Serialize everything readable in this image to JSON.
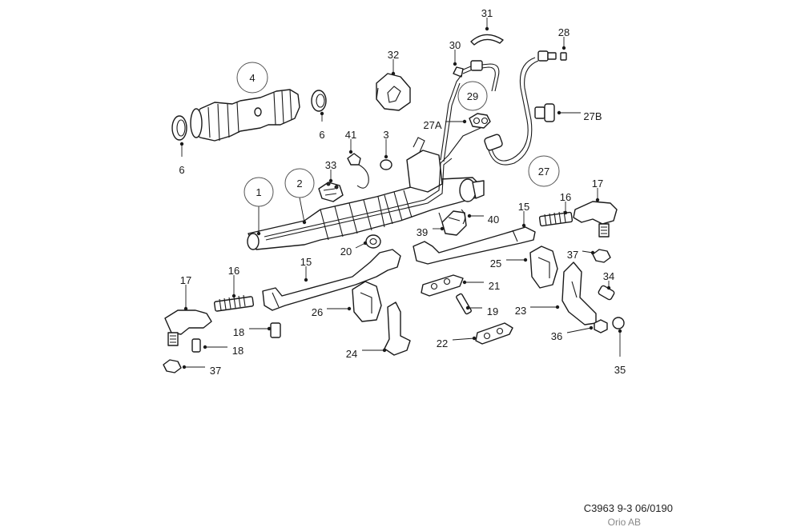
{
  "footer": {
    "diagram_code": "C3963 9-3 06/0190",
    "company": "Orio AB"
  },
  "callouts": [
    {
      "id": "c31",
      "label": "31",
      "circled": false
    },
    {
      "id": "c28",
      "label": "28",
      "circled": false
    },
    {
      "id": "c30",
      "label": "30",
      "circled": false
    },
    {
      "id": "c32",
      "label": "32",
      "circled": false
    },
    {
      "id": "c4",
      "label": "4",
      "circled": true
    },
    {
      "id": "c29",
      "label": "29",
      "circled": true
    },
    {
      "id": "c27B",
      "label": "27B",
      "circled": false
    },
    {
      "id": "c27A",
      "label": "27A",
      "circled": false
    },
    {
      "id": "c6a",
      "label": "6",
      "circled": false
    },
    {
      "id": "c41",
      "label": "41",
      "circled": false
    },
    {
      "id": "c3",
      "label": "3",
      "circled": false
    },
    {
      "id": "c6b",
      "label": "6",
      "circled": false
    },
    {
      "id": "c33",
      "label": "33",
      "circled": false
    },
    {
      "id": "c27",
      "label": "27",
      "circled": true
    },
    {
      "id": "c17a",
      "label": "17",
      "circled": false
    },
    {
      "id": "c1",
      "label": "1",
      "circled": true
    },
    {
      "id": "c2",
      "label": "2",
      "circled": true
    },
    {
      "id": "c16a",
      "label": "16",
      "circled": false
    },
    {
      "id": "c15a",
      "label": "15",
      "circled": false
    },
    {
      "id": "c40",
      "label": "40",
      "circled": false
    },
    {
      "id": "c39",
      "label": "39",
      "circled": false
    },
    {
      "id": "c20",
      "label": "20",
      "circled": false
    },
    {
      "id": "c37a",
      "label": "37",
      "circled": false
    },
    {
      "id": "c25",
      "label": "25",
      "circled": false
    },
    {
      "id": "c15b",
      "label": "15",
      "circled": false
    },
    {
      "id": "c34",
      "label": "34",
      "circled": false
    },
    {
      "id": "c17b",
      "label": "17",
      "circled": false
    },
    {
      "id": "c16b",
      "label": "16",
      "circled": false
    },
    {
      "id": "c21",
      "label": "21",
      "circled": false
    },
    {
      "id": "c26",
      "label": "26",
      "circled": false
    },
    {
      "id": "c19",
      "label": "19",
      "circled": false
    },
    {
      "id": "c23",
      "label": "23",
      "circled": false
    },
    {
      "id": "c18a",
      "label": "18",
      "circled": false
    },
    {
      "id": "c36",
      "label": "36",
      "circled": false
    },
    {
      "id": "c18b",
      "label": "18",
      "circled": false
    },
    {
      "id": "c22",
      "label": "22",
      "circled": false
    },
    {
      "id": "c24",
      "label": "24",
      "circled": false
    },
    {
      "id": "c35",
      "label": "35",
      "circled": false
    },
    {
      "id": "c37b",
      "label": "37",
      "circled": false
    }
  ]
}
